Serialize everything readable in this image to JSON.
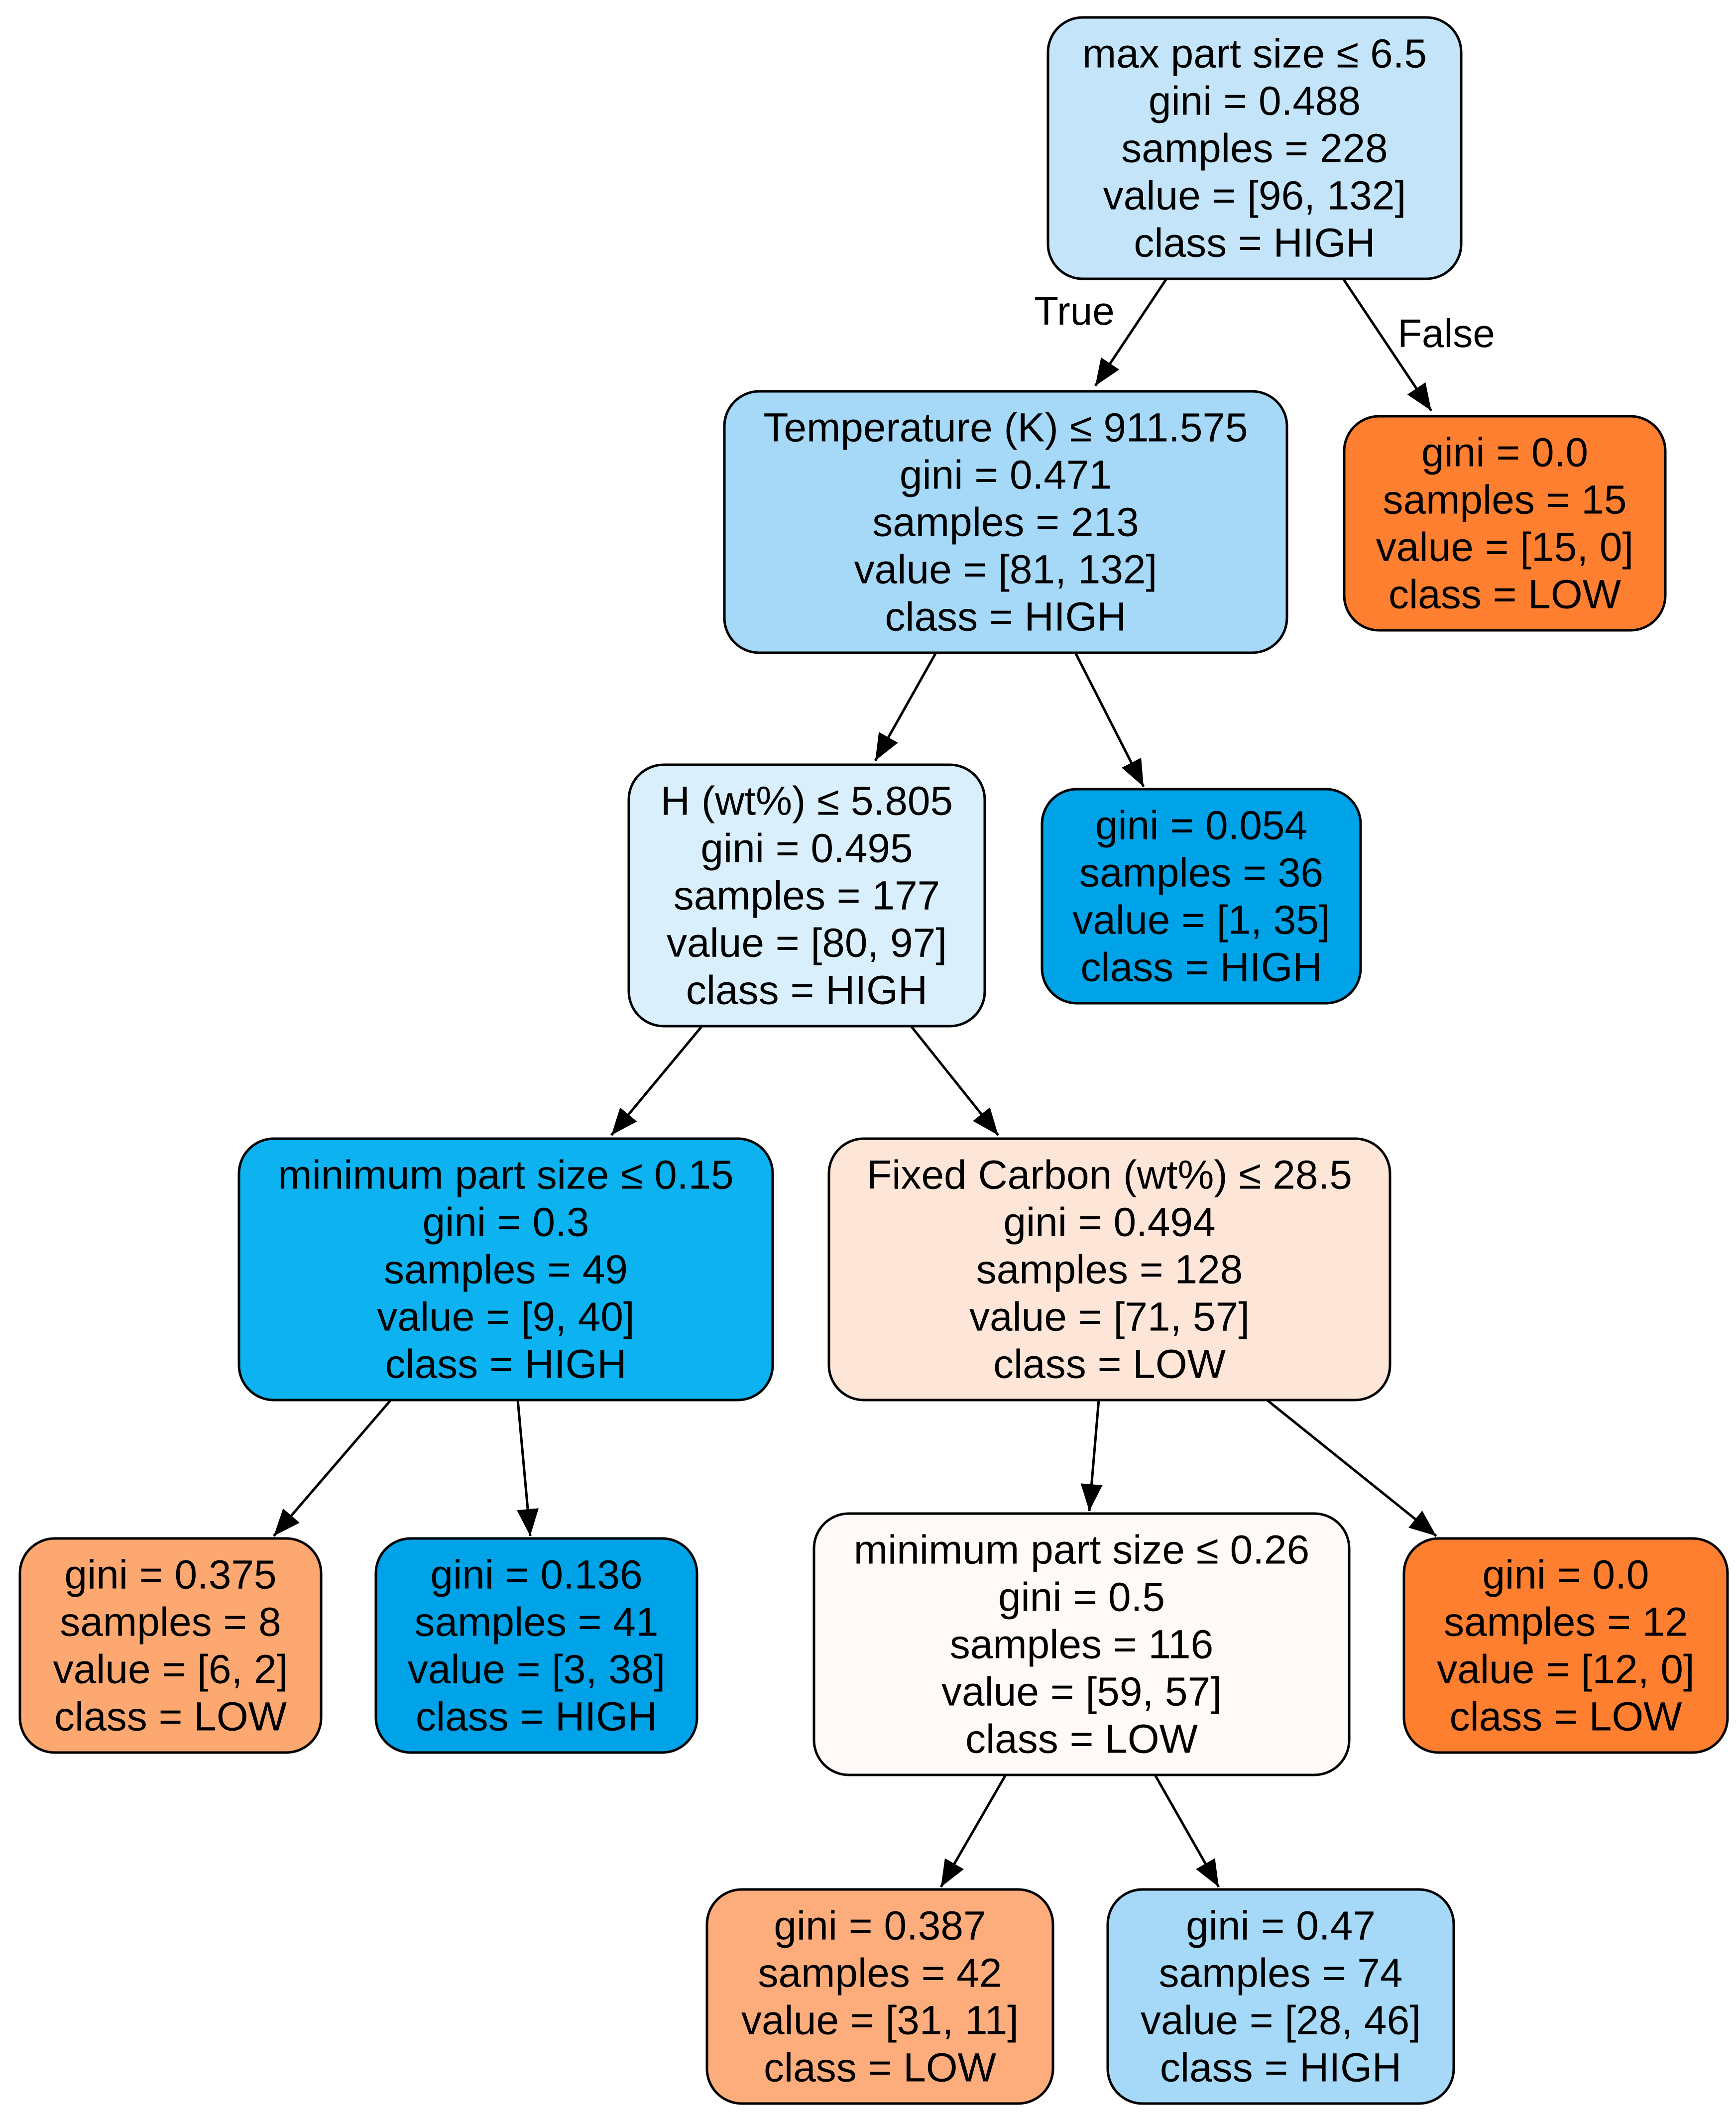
{
  "edge_labels": {
    "true_label": "True",
    "false_label": "False"
  },
  "colors": {
    "border": "#000000",
    "edge": "#000000"
  },
  "nodes": [
    {
      "id": "root",
      "lines": [
        "max part size ≤ 6.5",
        "gini = 0.488",
        "samples = 228",
        "value = [96, 132]",
        "class = HIGH"
      ],
      "fill": "#c4e5f9"
    },
    {
      "id": "n1",
      "lines": [
        "Temperature (K) ≤ 911.575",
        "gini = 0.471",
        "samples = 213",
        "value = [81, 132]",
        "class = HIGH"
      ],
      "fill": "#a5d9f7"
    },
    {
      "id": "n2",
      "lines": [
        "gini = 0.0",
        "samples = 15",
        "value = [15, 0]",
        "class = LOW"
      ],
      "fill": "#fd7f2f"
    },
    {
      "id": "n3",
      "lines": [
        "H (wt%) ≤ 5.805",
        "gini = 0.495",
        "samples = 177",
        "value = [80, 97]",
        "class = HIGH"
      ],
      "fill": "#d9effb"
    },
    {
      "id": "n4",
      "lines": [
        "gini = 0.054",
        "samples = 36",
        "value = [1, 35]",
        "class = HIGH"
      ],
      "fill": "#00a3e8"
    },
    {
      "id": "n5",
      "lines": [
        "minimum part size ≤ 0.15",
        "gini = 0.3",
        "samples = 49",
        "value = [9, 40]",
        "class = HIGH"
      ],
      "fill": "#0db2f0"
    },
    {
      "id": "n6",
      "lines": [
        "Fixed Carbon (wt%) ≤ 28.5",
        "gini = 0.494",
        "samples = 128",
        "value = [71, 57]",
        "class = LOW"
      ],
      "fill": "#fde6d8"
    },
    {
      "id": "n7",
      "lines": [
        "gini = 0.375",
        "samples = 8",
        "value = [6, 2]",
        "class = LOW"
      ],
      "fill": "#fda871"
    },
    {
      "id": "n8",
      "lines": [
        "gini = 0.136",
        "samples = 41",
        "value = [3, 38]",
        "class = HIGH"
      ],
      "fill": "#00a2e8"
    },
    {
      "id": "n9",
      "lines": [
        "minimum part size ≤ 0.26",
        "gini = 0.5",
        "samples = 116",
        "value = [59, 57]",
        "class = LOW"
      ],
      "fill": "#fffaf7"
    },
    {
      "id": "n10",
      "lines": [
        "gini = 0.0",
        "samples = 12",
        "value = [12, 0]",
        "class = LOW"
      ],
      "fill": "#fd7f2f"
    },
    {
      "id": "n11",
      "lines": [
        "gini = 0.387",
        "samples = 42",
        "value = [31, 11]",
        "class = LOW"
      ],
      "fill": "#fdad7c"
    },
    {
      "id": "n12",
      "lines": [
        "gini = 0.47",
        "samples = 74",
        "value = [28, 46]",
        "class = HIGH"
      ],
      "fill": "#a5d9f7"
    }
  ],
  "edges": [
    {
      "from": "root",
      "to": "n1",
      "label": "true"
    },
    {
      "from": "root",
      "to": "n2",
      "label": "false"
    },
    {
      "from": "n1",
      "to": "n3"
    },
    {
      "from": "n1",
      "to": "n4"
    },
    {
      "from": "n3",
      "to": "n5"
    },
    {
      "from": "n3",
      "to": "n6"
    },
    {
      "from": "n5",
      "to": "n7"
    },
    {
      "from": "n5",
      "to": "n8"
    },
    {
      "from": "n6",
      "to": "n9"
    },
    {
      "from": "n6",
      "to": "n10"
    },
    {
      "from": "n9",
      "to": "n11"
    },
    {
      "from": "n9",
      "to": "n12"
    }
  ]
}
